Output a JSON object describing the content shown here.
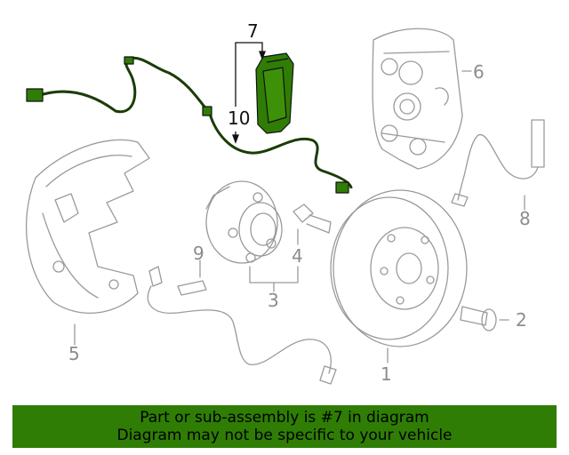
{
  "callouts": {
    "c1": "1",
    "c2": "2",
    "c3": "3",
    "c4": "4",
    "c5": "5",
    "c6": "6",
    "c7": "7",
    "c8": "8",
    "c9": "9",
    "c10": "10"
  },
  "highlight_color": "#2f7d05",
  "part_color": "#9a9a9a",
  "banner": {
    "line1": "Part or sub-assembly is #7 in diagram",
    "line2": "Diagram may not be specific to your vehicle"
  }
}
